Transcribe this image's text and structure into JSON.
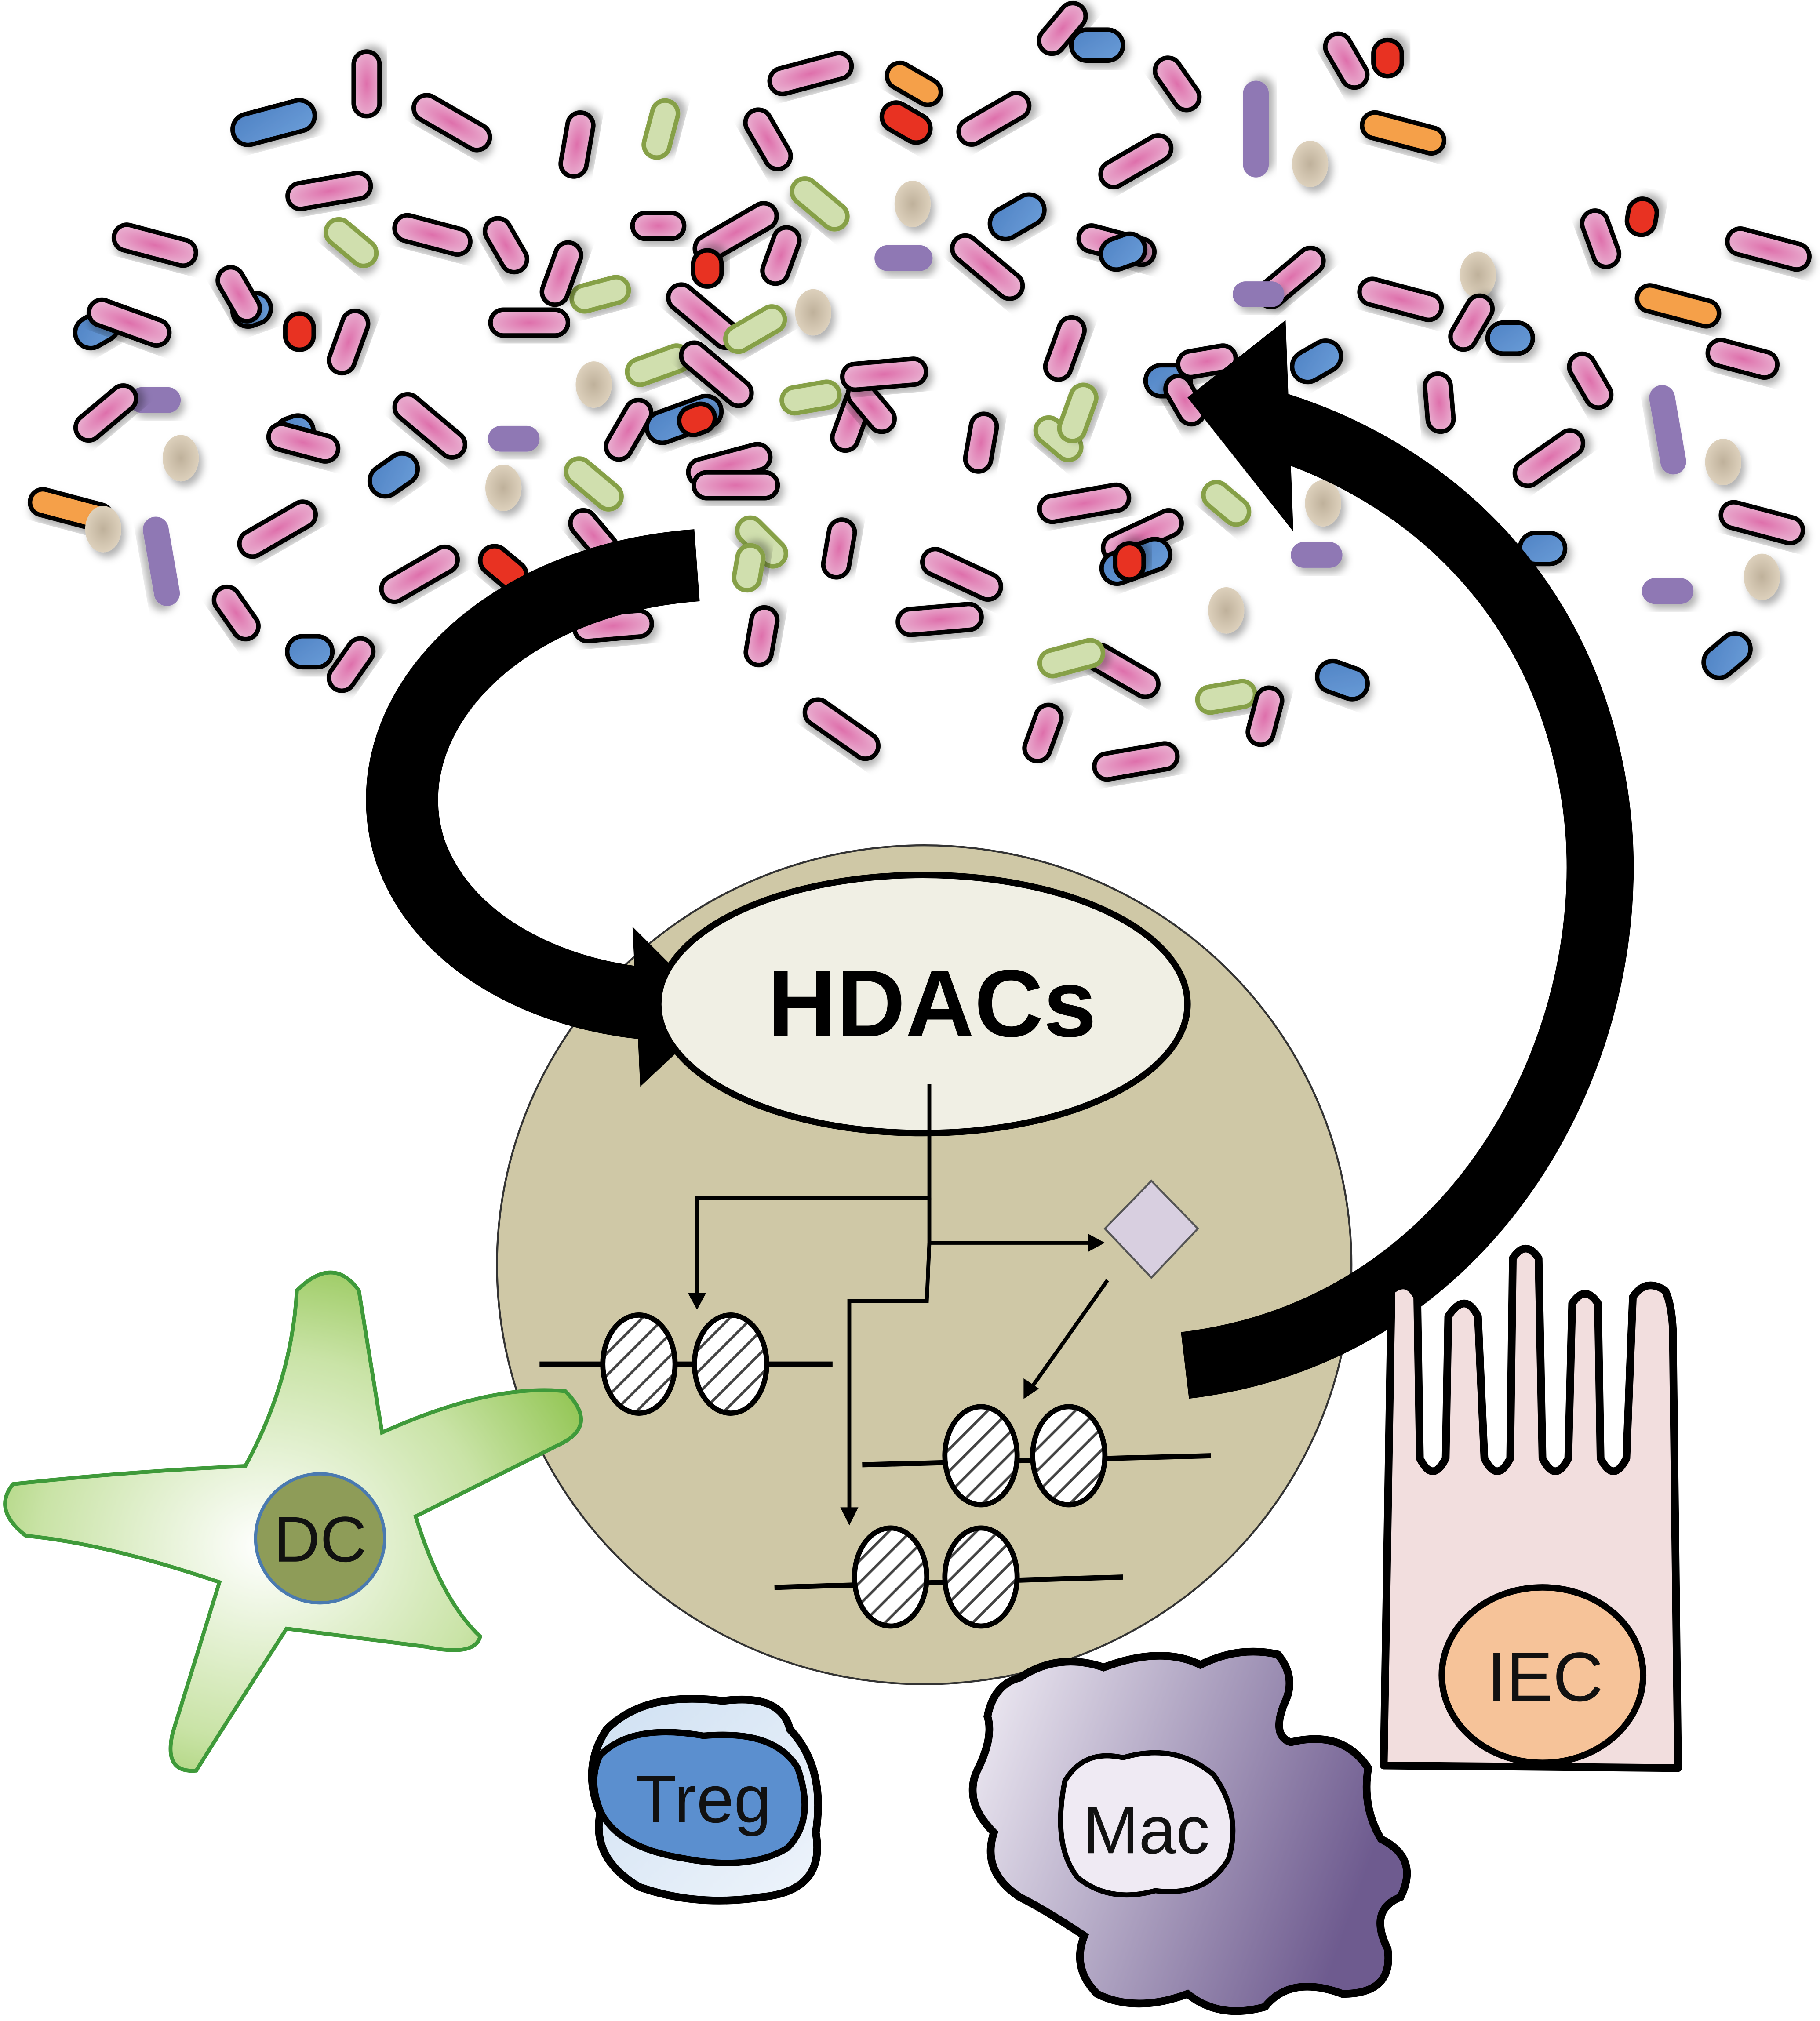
{
  "diagram": {
    "hdac_label": "HDACs",
    "cells": {
      "dc": "DC",
      "treg": "Treg",
      "mac": "Mac",
      "iec": "IEC"
    }
  },
  "colors": {
    "pink_bacteria": "#e07ab0",
    "blue_bacteria": "#5b8fcf",
    "green_bacteria": "#d0dfae",
    "orange_bacteria": "#f5a04a",
    "red_bacteria": "#e83224",
    "violet_bacteria": "#8f78b4",
    "tan_bacteria": "#d9ccb6",
    "nucleus_cell": "#cfc8a6",
    "hdac_ellipse": "#f0efe4",
    "dc": "#9ccc5a",
    "treg": "#5b8fcf",
    "mac": "#7a6a9a",
    "iec": "#f2dede",
    "iec_nucleus": "#f6c399"
  }
}
